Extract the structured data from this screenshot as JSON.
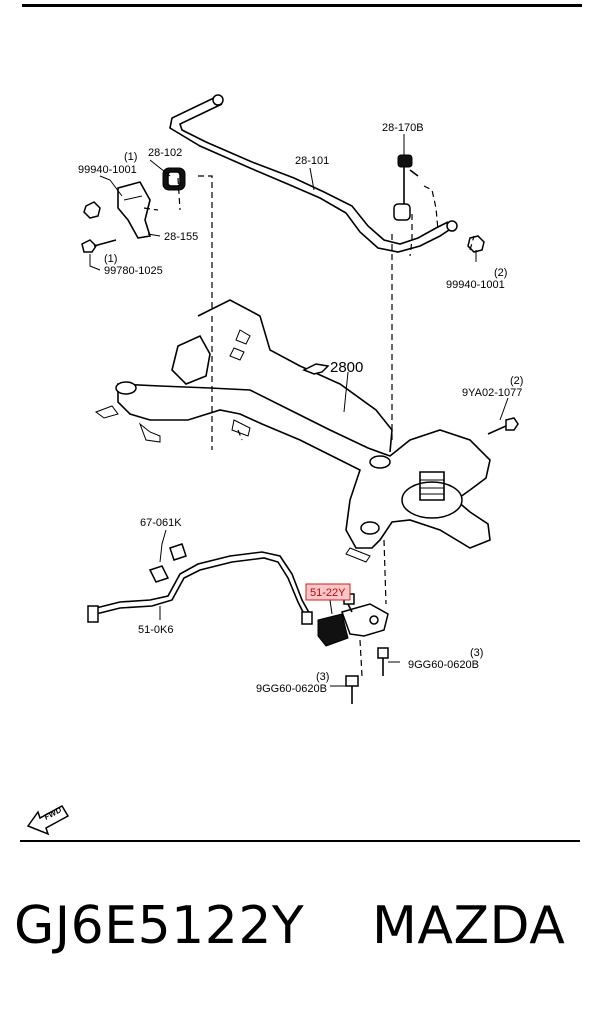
{
  "labels": {
    "l_99940_1001_a_qty": "(1)",
    "l_99940_1001_a": "99940-1001",
    "l_28_102": "28-102",
    "l_28_101": "28-101",
    "l_28_170b": "28-170B",
    "l_28_155": "28-155",
    "l_99780_1025_qty": "(1)",
    "l_99780_1025": "99780-1025",
    "l_99940_1001_b_qty": "(2)",
    "l_99940_1001_b": "99940-1001",
    "l_2800": "2800",
    "l_9ya02_1077_qty": "(2)",
    "l_9ya02_1077": "9YA02-1077",
    "l_67_061k": "67-061K",
    "l_51_0k6": "51-0K6",
    "l_51_22y": "51-22Y",
    "l_9gg60_a_qty": "(3)",
    "l_9gg60_a": "9GG60-0620B",
    "l_9gg60_b_qty": "(3)",
    "l_9gg60_b": "9GG60-0620B",
    "fwd": "FWD"
  },
  "footer": {
    "part_number": "GJ6E5122Y",
    "brand": "MAZDA"
  },
  "colors": {
    "highlight_box_fill": "#f8c8c8",
    "highlight_box_stroke": "#d02020",
    "highlight_text": "#c0000a"
  }
}
